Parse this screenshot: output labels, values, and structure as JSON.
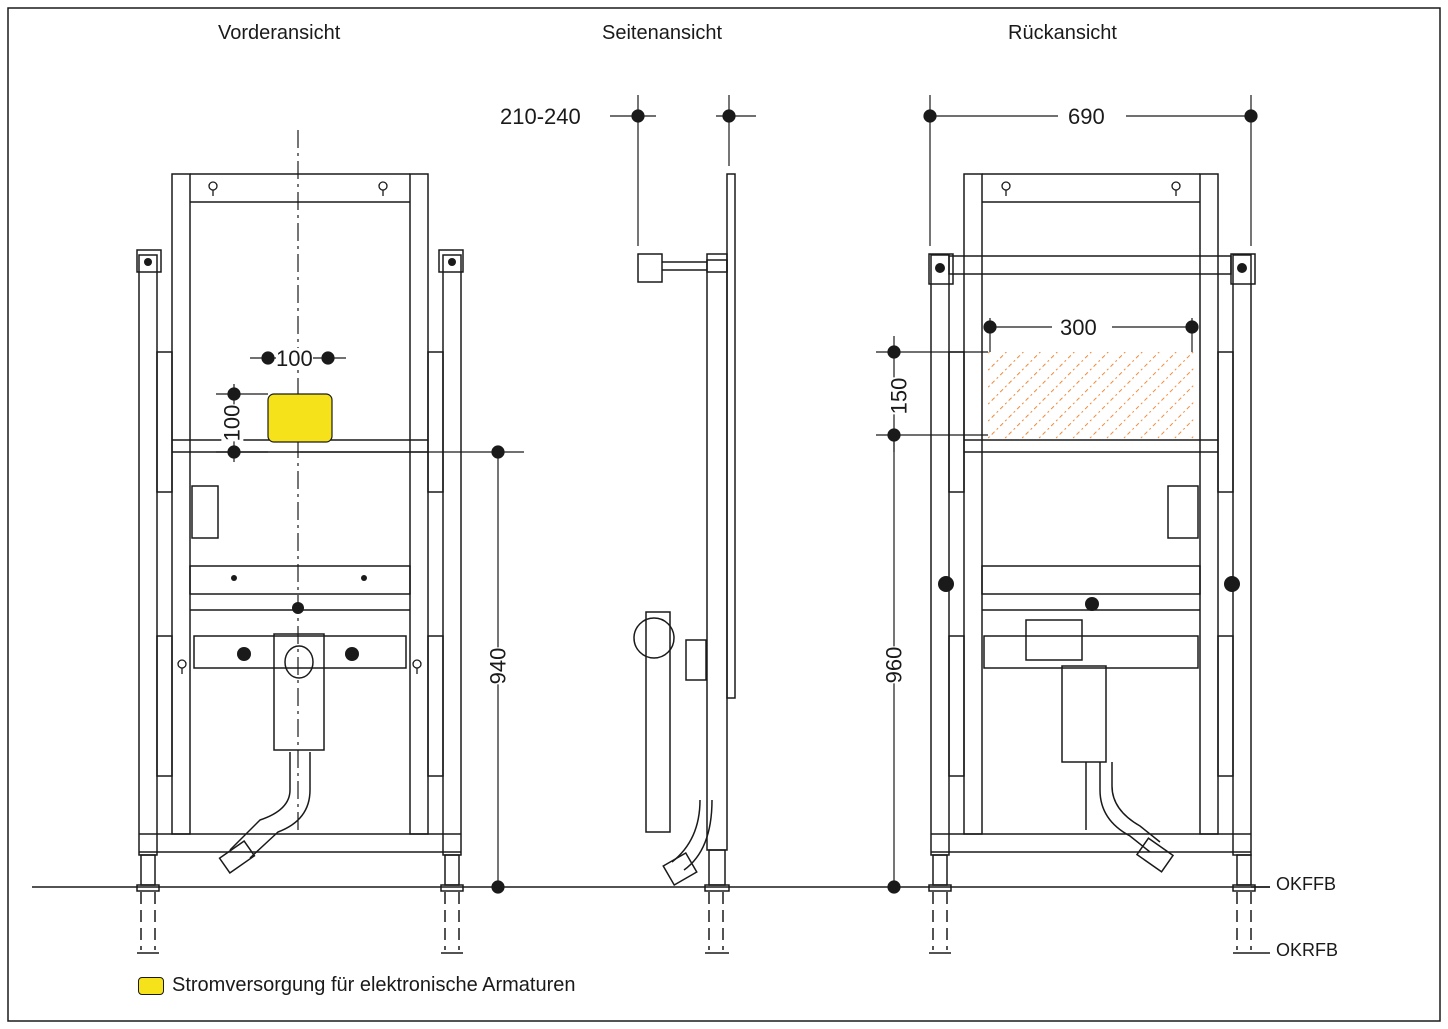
{
  "views": {
    "front": "Vorderansicht",
    "side": "Seitenansicht",
    "back": "Rückansicht"
  },
  "dimensions": {
    "front_width": "100",
    "front_height_box": "100",
    "front_total": "940",
    "side_depth": "210-240",
    "back_width": "690",
    "back_zone_width": "300",
    "back_zone_height": "150",
    "back_total": "960"
  },
  "levels": {
    "finished_floor": "OKFFB",
    "raw_floor": "OKRFB"
  },
  "legend": {
    "power_supply": "Stromversorgung für elektronische Armaturen"
  },
  "colors": {
    "power_box": "#f5e21b",
    "hatch_zone": "#f08a3c",
    "line": "#1a1a1a"
  }
}
